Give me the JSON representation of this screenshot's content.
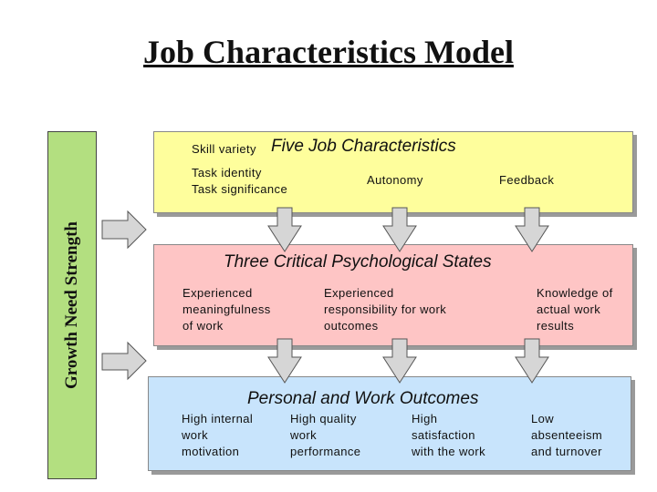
{
  "title": "Job Characteristics Model",
  "side_label": "Growth Need Strength",
  "colors": {
    "yellow_box": "#fefe9c",
    "pink_box": "#fec5c5",
    "blue_box": "#c8e4fc",
    "side_bar": "#b3df80",
    "arrow": "#d6d6d6"
  },
  "characteristics": {
    "heading": "Five Job Characteristics",
    "items": [
      {
        "lines": [
          "Skill variety"
        ]
      },
      {
        "lines": [
          "Task identity"
        ]
      },
      {
        "lines": [
          "Task significance"
        ]
      },
      {
        "lines": [
          "Autonomy"
        ]
      },
      {
        "lines": [
          "Feedback"
        ]
      }
    ]
  },
  "states": {
    "heading": "Three Critical Psychological States",
    "items": [
      {
        "lines": [
          "Experienced",
          "meaningfulness",
          "of work"
        ]
      },
      {
        "lines": [
          "Experienced",
          "responsibility for work",
          "outcomes"
        ]
      },
      {
        "lines": [
          "Knowledge of",
          "actual work",
          "results"
        ]
      }
    ]
  },
  "outcomes": {
    "heading": "Personal and Work Outcomes",
    "items": [
      {
        "lines": [
          "High internal",
          "work",
          "motivation"
        ]
      },
      {
        "lines": [
          "High quality",
          "work",
          "performance"
        ]
      },
      {
        "lines": [
          "High",
          "satisfaction",
          "with the work"
        ]
      },
      {
        "lines": [
          "Low",
          "absenteeism",
          "and turnover"
        ]
      }
    ]
  }
}
